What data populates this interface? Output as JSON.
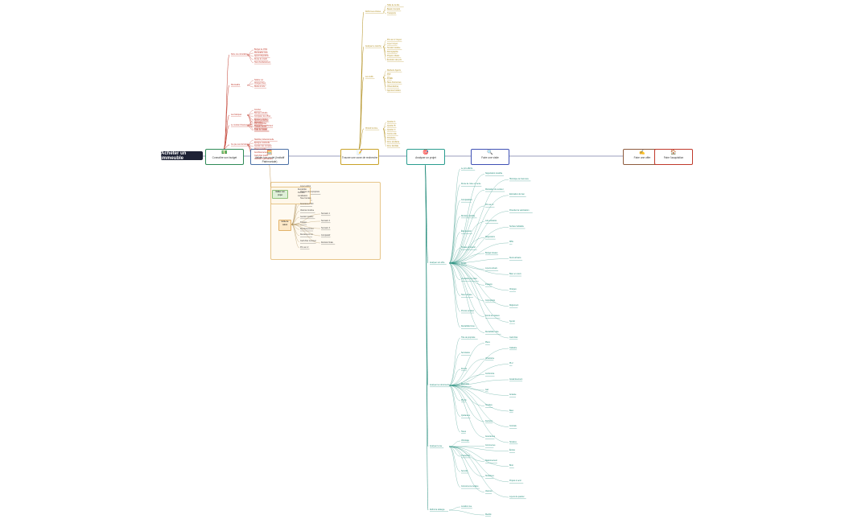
{
  "root": {
    "title": "Acheter un immeuble"
  },
  "stages": [
    {
      "label": "Connaître son budget",
      "icon": "💵",
      "color": "#2e8b57"
    },
    {
      "label": "Valider son projet (Incitatif Patrimoniale)",
      "icon": "🧮",
      "color": "#4a6fa5"
    },
    {
      "label": "Trouver une zone de recherche",
      "icon": "📝",
      "color": "#c9a227"
    },
    {
      "label": "Analyser un projet",
      "icon": "🎯",
      "color": "#2a9d8f"
    },
    {
      "label": "Faire une visite",
      "icon": "🔍",
      "color": "#3f51b5"
    },
    {
      "label": "Faire une offre",
      "icon": "✍",
      "color": "#8e5b3e"
    },
    {
      "label": "Faire l'acquisition",
      "icon": "🏠",
      "color": "#c0392b"
    }
  ],
  "budget": {
    "groups": [
      {
        "label": "Faire une simulation",
        "children": [
          "Budget de 150k",
          "Mensualité maxi",
          "Apport disponible",
          "Durée du crédit",
          "Taux d'endettement"
        ]
      },
      {
        "label": "Mensualité",
        "children": [
          "Salaire net",
          "Charges fixes",
          "Reste à vivre"
        ]
      },
      {
        "label": "Les banques",
        "children": [
          "Courtier",
          "Banque actuelle",
          "Comparer les offres",
          "Dossier complet",
          "Garanties",
          "Assurance emprunteur",
          "Frais de dossier"
        ]
      },
      {
        "label": "Le montant financement",
        "children": [
          "Apport personnel",
          "Prêt immobilier",
          "Travaux inclus",
          "Frais de notaire"
        ]
      },
      {
        "label": "Ce que veut la banque",
        "children": [
          "Stabilité professionnelle",
          "Épargne résiduelle",
          "Gestion des comptes",
          "Projet rentable",
          "Autofinancement",
          "Cash-flow positif",
          "Garantie hypothécaire"
        ]
      }
    ]
  },
  "validate": {
    "panel1": {
      "title": "Valider son projet",
      "items": [
        "Rentabilité",
        "Fiscalité",
        "Localisation"
      ]
    },
    "panel2": {
      "title": "Grille de calcul",
      "items": [
        "Loyer estimé",
        "Charges de copropriété",
        "Taxe foncière",
        "Assurance PNO",
        "Vacance locative",
        "Gestion locative",
        "Travaux",
        "Rendement brut",
        "Rendement net",
        "Cash-flow mensuel",
        "Prix au m²",
        "Scénario 1",
        "Scénario 2",
        "Scénario 3",
        "Comparatif",
        "Décision finale"
      ]
    }
  },
  "zone": {
    "groups": [
      {
        "label": "Définir ses critères",
        "children": [
          "Taille de la ville",
          "Bassin d'emploi",
          "Transports"
        ]
      },
      {
        "label": "Analyser le marché",
        "children": [
          "Prix au m² moyen",
          "Loyer moyen",
          "Tension locative",
          "Démographie",
          "Projets urbains",
          "Évolution des prix"
        ]
      },
      {
        "label": "Les outils",
        "children": [
          "Meilleurs Agents",
          "DVF",
          "INSEE",
          "Sites d'annonces",
          "Observatoires",
          "Agences locales"
        ]
      },
      {
        "label": "Choisir la zone",
        "children": [
          "Quartier A",
          "Quartier B",
          "Quartier C",
          "Centre-ville",
          "Périphérie",
          "Zone étudiante",
          "Zone familiale"
        ]
      }
    ]
  },
  "analyse": {
    "sections": [
      {
        "label": "Analyser son offre",
        "children": [
          "Le prix affiché",
          "Négociation possible",
          "Historique de l'annonce",
          "Durée de mise en vente",
          "Motivation du vendeur",
          "Estimation du bien",
          "Comparables",
          "Prix au m²",
          "Potentiel de valorisation",
          "Division possible",
          "Lots existants",
          "Surface habitable",
          "État général",
          "Diagnostics",
          "DPE",
          "Travaux à prévoir",
          "Budget travaux",
          "Devis artisans",
          "Délais",
          "Loyers actuels",
          "Baux en cours",
          "Locataires en place",
          "Impayés",
          "Charges",
          "Taxe foncière",
          "Copropriété",
          "Règlement",
          "Procès-verbaux",
          "Fonds de travaux",
          "Syndic",
          "Rentabilité brute",
          "Rentabilité nette",
          "Cash-flow"
        ]
      },
      {
        "label": "Analyser les documents",
        "children": [
          "Titre de propriété",
          "Plans",
          "Cadastre",
          "Servitudes",
          "Urbanisme",
          "PLU",
          "Permis",
          "Conformité",
          "Assainissement",
          "Électricité",
          "Gaz",
          "Amiante",
          "Plomb",
          "Termites",
          "Baux",
          "Quittances",
          "Factures",
          "Contrats",
          "Taxes",
          "Assurances",
          "Sinistres"
        ]
      },
      {
        "label": "Analyser la rue",
        "children": [
          "Voisinage",
          "Commerces",
          "Écoles",
          "Transports",
          "Stationnement",
          "Bruit",
          "Sécurité",
          "Nuisances",
          "Projets à venir",
          "Concurrence locative",
          "Vacance",
          "Loyers du quartier"
        ]
      },
      {
        "label": "Définir la stratégie",
        "children": [
          "Location nue",
          "Meublé"
        ]
      }
    ]
  },
  "visit": {
    "label": "Faire une visite"
  },
  "offer": {
    "label": "Faire une offre"
  },
  "acq": {
    "label": "Faire l'acquisition"
  }
}
